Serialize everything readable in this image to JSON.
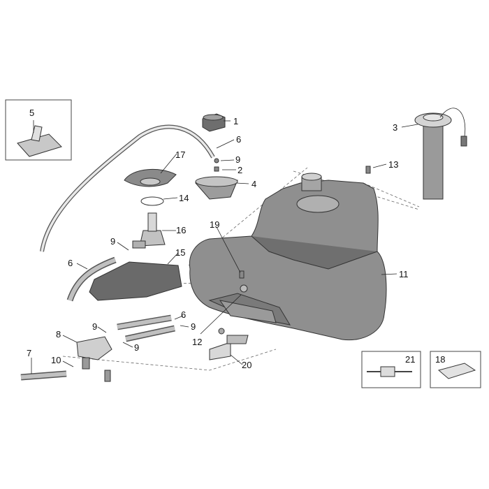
{
  "callouts": {
    "c1": "1",
    "c2": "2",
    "c3": "3",
    "c4": "4",
    "c5": "5",
    "c6a": "6",
    "c6b": "6",
    "c6c": "6",
    "c7": "7",
    "c8": "8",
    "c9a": "9",
    "c9b": "9",
    "c9c": "9",
    "c9d": "9",
    "c9e": "9",
    "c10": "10",
    "c11": "11",
    "c12": "12",
    "c13": "13",
    "c14": "14",
    "c15": "15",
    "c16": "16",
    "c17": "17",
    "c18": "18",
    "c19": "19",
    "c20": "20",
    "c21": "21"
  },
  "colors": {
    "tank": "#8f8f8f",
    "tank_dark": "#5f5f5f",
    "part_gray": "#9a9a9a",
    "part_light": "#cfcfcf",
    "hose": "#b5b5b5"
  }
}
